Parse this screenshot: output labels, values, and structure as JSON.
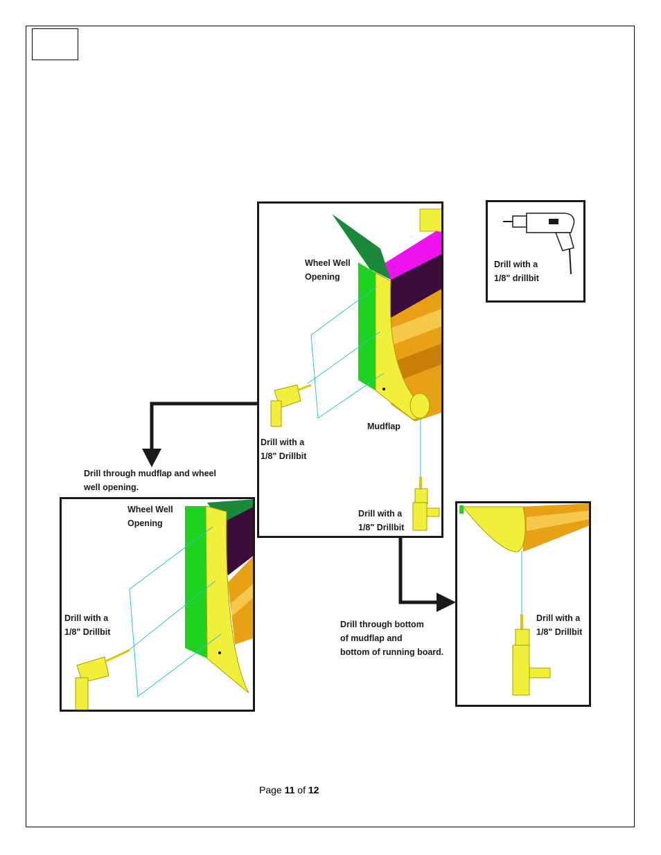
{
  "page": {
    "current": "11",
    "total": "12",
    "prefix": "Page",
    "separator": "of"
  },
  "drill_tool_box": {
    "line1": "Drill with a",
    "line2": "1/8\" drillbit"
  },
  "main_view": {
    "wheel_well_line1": "Wheel Well",
    "wheel_well_line2": "Opening",
    "mudflap": "Mudflap",
    "drill_left_line1": "Drill with a",
    "drill_left_line2": "1/8\" Drillbit",
    "drill_bottom_line1": "Drill with a",
    "drill_bottom_line2": "1/8\" Drillbit"
  },
  "left_callout": {
    "line1": "Drill through mudflap and wheel",
    "line2": "well opening."
  },
  "left_detail": {
    "wheel_well_line1": "Wheel Well",
    "wheel_well_line2": "Opening",
    "drill_line1": "Drill with a",
    "drill_line2": "1/8\" Drillbit"
  },
  "right_callout": {
    "line1": "Drill through bottom",
    "line2": "of mudflap and",
    "line3": "bottom of running board."
  },
  "right_detail": {
    "drill_line1": "Drill with a",
    "drill_line2": "1/8\" Drillbit"
  },
  "colors": {
    "yellow": "#f2ef3a",
    "green": "#1fd21f",
    "magenta": "#ee10ee",
    "purple": "#3a0d3a",
    "leader": "#27c7c7",
    "orange": "#e8a014"
  }
}
